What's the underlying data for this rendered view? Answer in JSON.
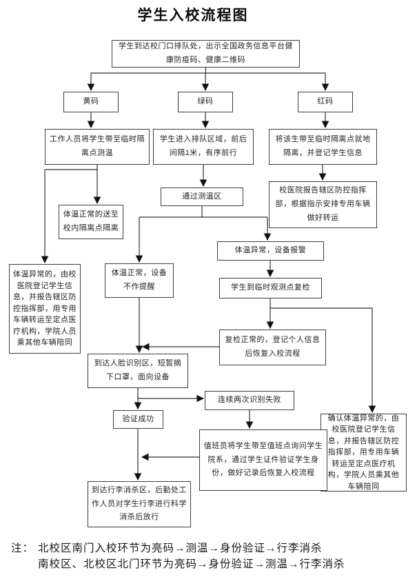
{
  "title": "学生入校流程图",
  "nodes": {
    "arrive": "学生到达校门口排队处，出示全国政务信息平台健康防疫码、健康二维码",
    "yellow": "黄码",
    "green": "绿码",
    "red": "红码",
    "staff_escort": "工作人员将学生带至临时隔离点测温",
    "queue_area": "学生进入排队区域，前后间隔1米，有序前行",
    "isolate_register": "将该生带至临时隔离点就地隔离，并登记学生信息",
    "normal_isolation": "体温正常的送至校内隔离点隔离",
    "abnormal_transfer": "体温异常的，由校医院登记学生信息，并报告辖区防控指挥部，用专用车辆转运至定点医疗机构，学院人员乘其他车辆陪同",
    "temp_zone": "通过测温区",
    "hospital_report": "校医院报告辖区防控指挥部，根据指示安排专用车辆做好转运",
    "temp_normal": "体温正常，设备不作提醒",
    "temp_abnormal": "体温异常，设备报警",
    "recheck": "学生到临时观测点复检",
    "recheck_normal": "复检正常的，登记个人信息后恢复入校流程",
    "confirmed_abnormal": "确认体温异常的，由校医院登记学生信息，并报告辖区防控指挥部，用专用车辆转运至定点医疗机构，学院人员乘其他车辆陪同",
    "face_zone": "到达人脸识别区，短暂摘下口罩，面向设备",
    "fail_twice": "连续两次识别失败",
    "verify_ok": "验证成功",
    "duty_officer": "值班员将学生带至值班点询问学生院系，通过学生证件验证学生身份，做好记录后恢复入校流程",
    "luggage": "到达行李消杀区，后勤处工作人员对学生行李进行科学消杀后放行"
  },
  "notes": {
    "prefix": "注：",
    "line1": "北校区南门入校环节为亮码→测温→身份验证→行李消杀",
    "line2": "南校区、北校区北门环节为亮码→身份验证→测温→行李消杀"
  },
  "colors": {
    "box_border": "#3b3b3b",
    "connector": "#2f2f2f",
    "text": "#1d1d1d",
    "background": "#ffffff"
  }
}
